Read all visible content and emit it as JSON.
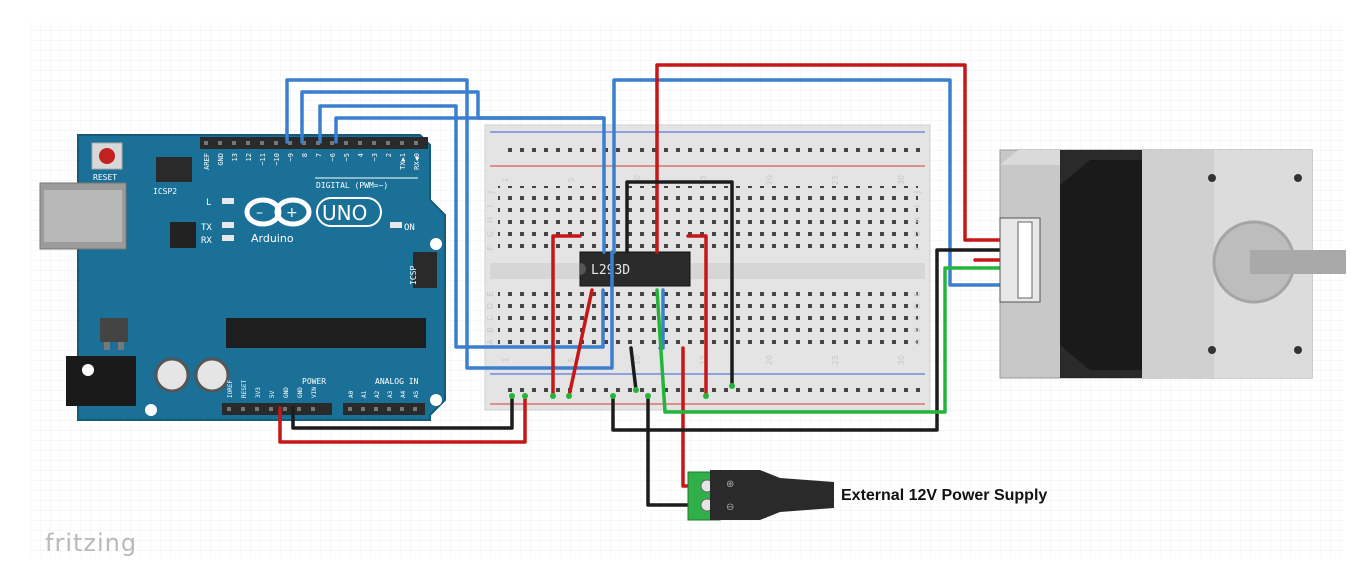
{
  "diagram": {
    "power_supply_label": "External 12V Power Supply",
    "chip_label": "L293D",
    "brand_label": "fritzing",
    "arduino": {
      "logo_text": "Arduino",
      "model": "UNO",
      "reset_label": "RESET",
      "icsp2_label": "ICSP2",
      "icsp_label": "ICSP",
      "led_l": "L",
      "led_tx": "TX",
      "led_rx": "RX",
      "led_on": "ON",
      "digital_label": "DIGITAL (PWM=~)",
      "power_label": "POWER",
      "analog_label": "ANALOG IN",
      "digital_pins": [
        "AREF",
        "GND",
        "13",
        "12",
        "~11",
        "~10",
        "~9",
        "8",
        "7",
        "~6",
        "~5",
        "4",
        "~3",
        "2",
        "TX▶1",
        "RX◀0"
      ],
      "power_pins": [
        "IOREF",
        "RESET",
        "3V3",
        "5V",
        "GND",
        "GND",
        "VIN"
      ],
      "analog_pins": [
        "A0",
        "A1",
        "A2",
        "A3",
        "A4",
        "A5"
      ]
    },
    "breadboard": {
      "row_letters_top": [
        "J",
        "I",
        "H",
        "G",
        "F"
      ],
      "row_letters_bottom": [
        "E",
        "D",
        "C",
        "B",
        "A"
      ],
      "column_numbers": [
        "1",
        "5",
        "10",
        "15",
        "20",
        "25",
        "30"
      ]
    },
    "colors": {
      "arduino": "#1a7096",
      "wire_blue": "#3b7fcf",
      "wire_red": "#c71616",
      "wire_black": "#1c1c1c",
      "wire_green": "#23b53a"
    }
  }
}
